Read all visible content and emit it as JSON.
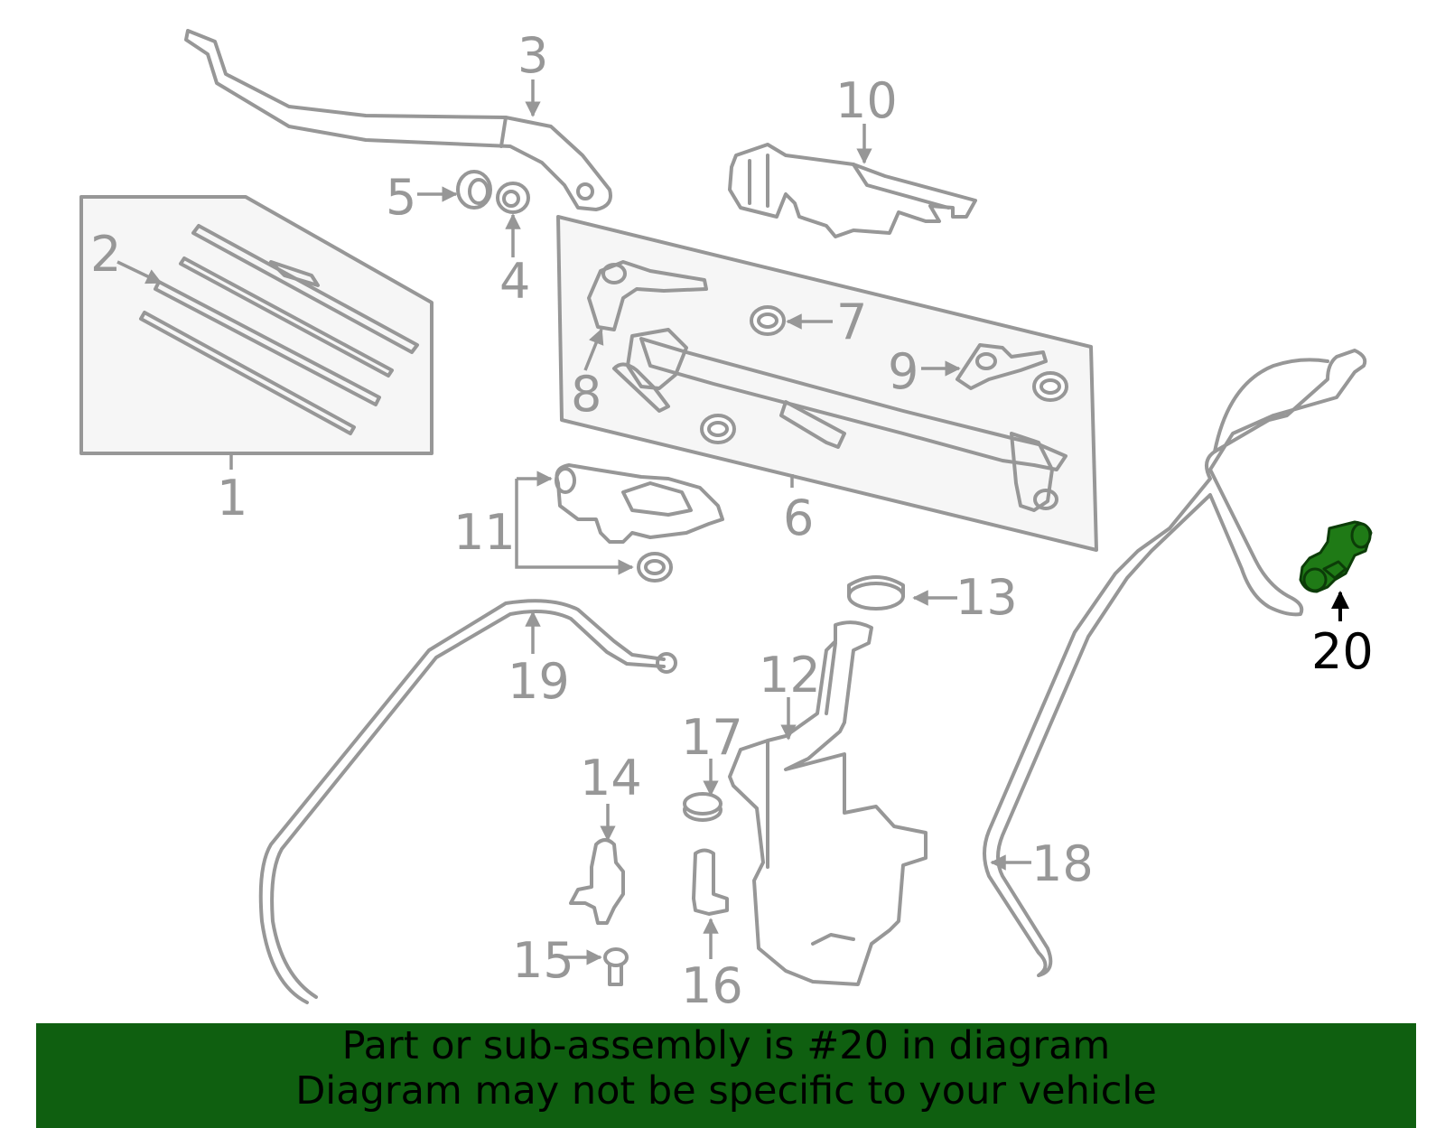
{
  "diagram": {
    "callouts": [
      "1",
      "2",
      "3",
      "4",
      "5",
      "6",
      "7",
      "8",
      "9",
      "10",
      "11",
      "12",
      "13",
      "14",
      "15",
      "16",
      "17",
      "18",
      "19",
      "20"
    ],
    "highlighted_callout": "20"
  },
  "banner": {
    "line1": "Part or sub-assembly is #20 in diagram",
    "line2": "Diagram may not be specific to your vehicle"
  },
  "colors": {
    "line_gray": "#979797",
    "highlight_green": "#1f7a16",
    "banner_green": "#0f5f10",
    "box_fill": "#f6f6f6"
  }
}
